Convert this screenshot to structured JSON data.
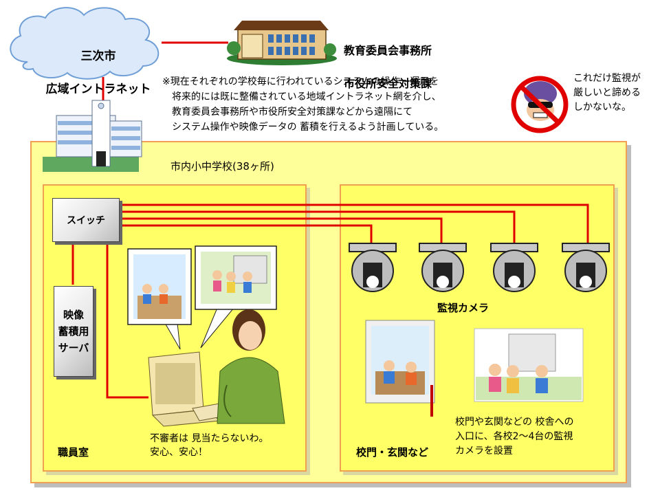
{
  "cloud": {
    "label_line1": "三次市",
    "label_line2": "広域イントラネット"
  },
  "office": {
    "line1": "教育委員会事務所",
    "line2": "市役所安全対策課"
  },
  "note": {
    "text": "※現在それぞれの学校毎に行われているシステムの操作・運用を\n　将来的には既に整備されている地域イントラネット網を介し、\n　教育委員会事務所や市役所安全対策課などから遠隔にて\n　システム操作や映像データの 蓄積を行えるよう計画している。"
  },
  "thief": {
    "quote": "これだけ監視が\n厳しいと諦める\nしかないな。"
  },
  "school": {
    "label": "市内小中学校(38ヶ所)"
  },
  "staff_room": {
    "switch_label": "スイッチ",
    "server_label": "映像\n蓄積用\nサーバ",
    "speech": "不審者は 見当たらないわ。\n安心、安心！",
    "label": "職員室"
  },
  "gate_area": {
    "cameras_label": "監視カメラ",
    "caption": "校門や玄関などの 校舎への\n入口に、各校2～4台の監視\nカメラを設置",
    "label": "校門・玄関など"
  },
  "colors": {
    "line_red": "#e00000",
    "yellow_outer": "#ffff99",
    "yellow_inner": "#ffff66",
    "border_orange": "#f0a050"
  }
}
